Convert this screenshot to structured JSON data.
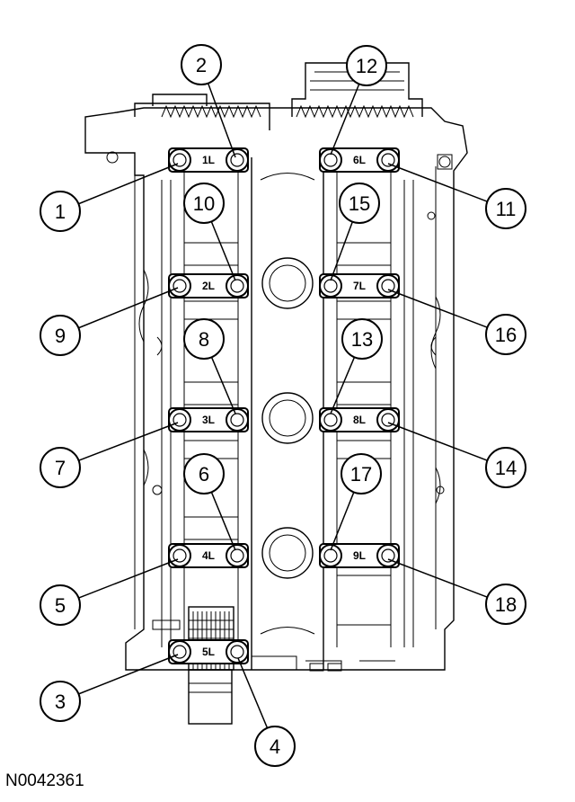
{
  "figure_id": "N0042361",
  "caps": [
    {
      "label": "1L"
    },
    {
      "label": "2L"
    },
    {
      "label": "3L"
    },
    {
      "label": "4L"
    },
    {
      "label": "5L"
    },
    {
      "label": "6L"
    },
    {
      "label": "7L"
    },
    {
      "label": "8L"
    },
    {
      "label": "9L"
    }
  ],
  "callouts": [
    "1",
    "2",
    "3",
    "4",
    "5",
    "6",
    "7",
    "8",
    "9",
    "10",
    "11",
    "12",
    "13",
    "14",
    "15",
    "16",
    "17",
    "18"
  ]
}
